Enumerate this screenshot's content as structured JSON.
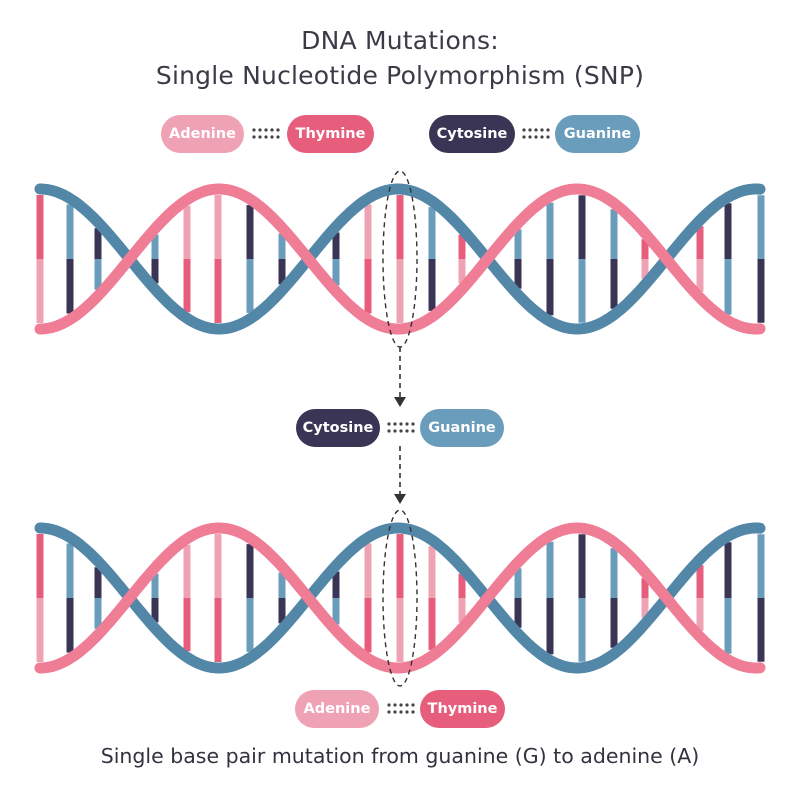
{
  "title": {
    "line1": "DNA Mutations:",
    "line2": "Single Nucleotide Polymorphism (SNP)"
  },
  "legend": {
    "adenine": "Adenine",
    "thymine": "Thymine",
    "cytosine": "Cytosine",
    "guanine": "Guanine"
  },
  "original_pair": {
    "left": "Cytosine",
    "right": "Guanine"
  },
  "mutated_pair": {
    "left": "Adenine",
    "right": "Thymine"
  },
  "caption": "Single base pair mutation from guanine (G) to adenine (A)",
  "colors": {
    "adenine": "#f0a2b5",
    "thymine": "#e75d7c",
    "cytosine": "#3a3555",
    "guanine": "#6a9cbc",
    "strand_pink": "#ef7d96",
    "strand_blue": "#5387a8",
    "text": "#3b3b48"
  },
  "icons": {
    "pair_bond": "dotted-bond-icon",
    "arrow": "dashed-arrow-down-icon",
    "highlight": "dashed-highlight-oval"
  }
}
